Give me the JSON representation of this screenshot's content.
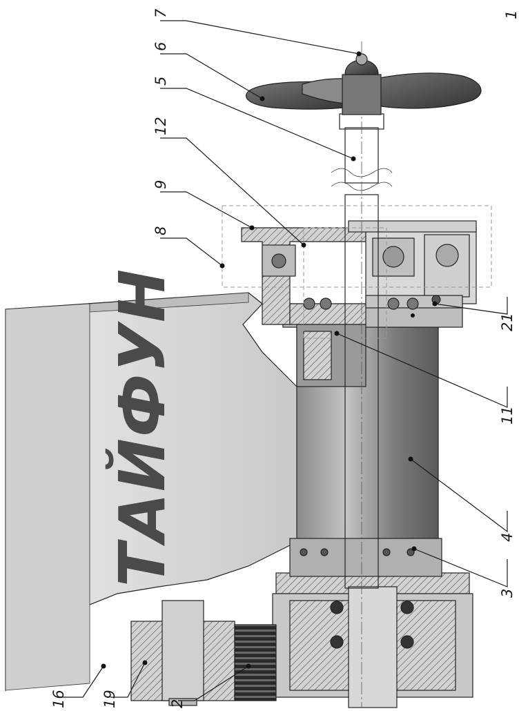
{
  "brand": {
    "text": "ТАЙФУН"
  },
  "callouts": [
    "7",
    "6",
    "5",
    "12",
    "9",
    "8",
    "16",
    "19",
    "2",
    "21",
    "11",
    "4",
    "3",
    "1"
  ]
}
